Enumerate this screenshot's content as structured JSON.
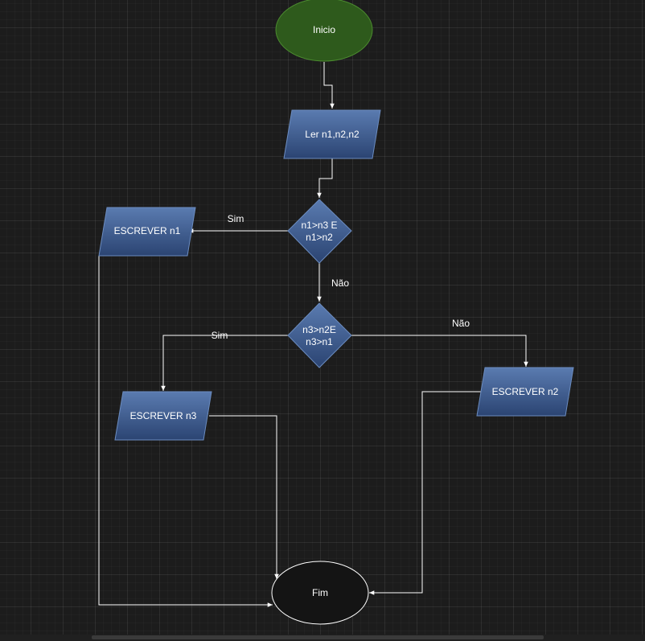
{
  "nodes": {
    "start": "Inicio",
    "read": "Ler n1,n2,n2",
    "decision1": [
      "n1>n3 E",
      "n1>n2"
    ],
    "write_n1": "ESCREVER n1",
    "decision2": [
      "n3>n2E",
      "n3>n1"
    ],
    "write_n3": "ESCREVER n3",
    "write_n2": "ESCREVER n2",
    "end": "Fim"
  },
  "edge_labels": {
    "d1_yes": "Sim",
    "d1_no": "Não",
    "d2_yes": "Sim",
    "d2_no": "Não"
  },
  "colors": {
    "start_fill": "#2d5a1b",
    "start_stroke": "#4a8a30",
    "io_fill": "#3a5a8c",
    "io_stroke": "#5a7ab0",
    "end_fill": "#141414",
    "end_stroke": "#ffffff",
    "edge": "#ffffff",
    "background": "#1c1c1c"
  }
}
